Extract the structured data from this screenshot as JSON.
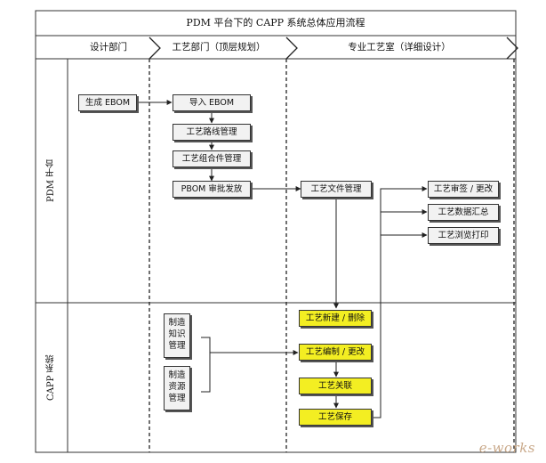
{
  "title": "PDM 平台下的 CAPP 系统总体应用流程",
  "columns": [
    "设计部门",
    "工艺部门（顶层规划）",
    "专业工艺室（详细设计）"
  ],
  "lanes": [
    "PDM 平台",
    "CAPP 系统"
  ],
  "nodes": {
    "ebom_gen": "生成 EBOM",
    "ebom_import": "导入 EBOM",
    "route_mgmt": "工艺路线管理",
    "assembly_mgmt": "工艺组合件管理",
    "pbom": "PBOM 审批发放",
    "file_mgmt": "工艺文件管理",
    "review": "工艺审签 / 更改",
    "summary": "工艺数据汇总",
    "browse": "工艺浏览打印",
    "knowledge": "制造知识管理",
    "resource": "制造资源管理",
    "create_del": "工艺新建 / 删除",
    "edit_change": "工艺编制 / 更改",
    "associate": "工艺关联",
    "save": "工艺保存"
  },
  "watermark": "e-works"
}
